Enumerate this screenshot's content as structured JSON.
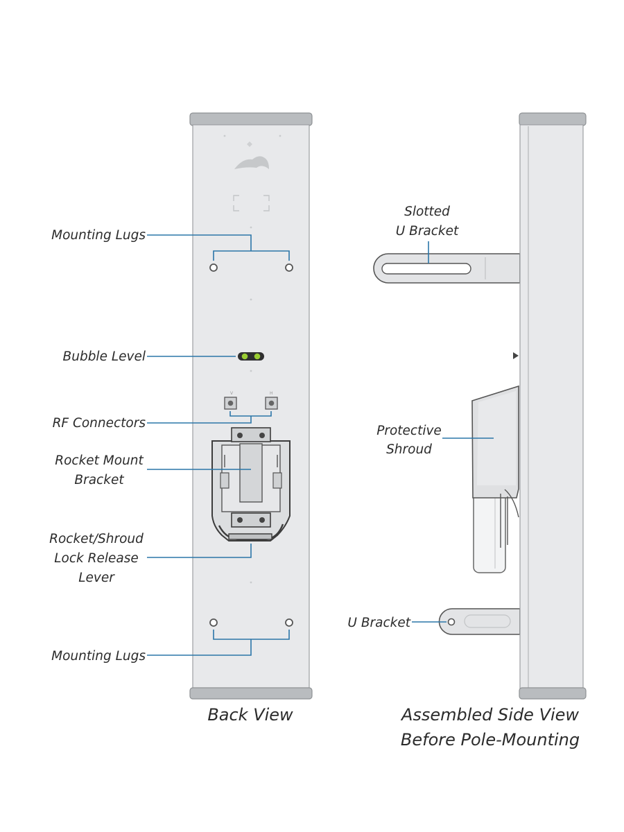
{
  "back_view": {
    "caption": "Back View",
    "labels": {
      "mounting_lugs_top": "Mounting Lugs",
      "bubble_level": "Bubble Level",
      "rf_connectors": "RF Connectors",
      "rocket_mount_bracket_line1": "Rocket Mount",
      "rocket_mount_bracket_line2": "Bracket",
      "lock_release_line1": "Rocket/Shroud",
      "lock_release_line2": "Lock Release",
      "lock_release_line3": "Lever",
      "mounting_lugs_bottom": "Mounting Lugs"
    }
  },
  "side_view": {
    "caption_line1": "Assembled Side View",
    "caption_line2": "Before Pole-Mounting",
    "labels": {
      "slotted_u_bracket_line1": "Slotted",
      "slotted_u_bracket_line2": "U Bracket",
      "protective_shroud_line1": "Protective",
      "protective_shroud_line2": "Shroud",
      "u_bracket": "U Bracket"
    }
  },
  "colors": {
    "leader_line": "#2a76a8",
    "panel_face": "#e8e9eb",
    "end_cap": "#b9bcbf",
    "bubble_level": "#9acd32"
  }
}
